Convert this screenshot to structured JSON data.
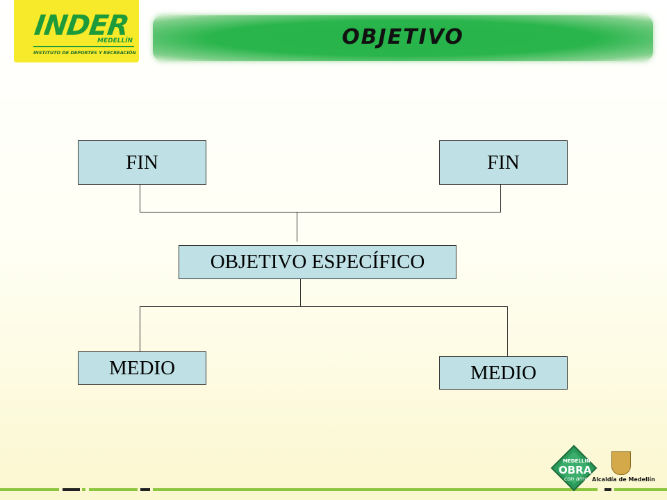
{
  "logo": {
    "brand": "INDER",
    "city": "MEDELLÍN",
    "tagline": "INSTITUTO DE DEPORTES Y RECREACIÓN"
  },
  "header": {
    "title": "OBJETIVO"
  },
  "diagram": {
    "top_left": "FIN",
    "top_right": "FIN",
    "center": "OBJETIVO ESPECÍFICO",
    "bottom_left": "MEDIO",
    "bottom_right": "MEDIO"
  },
  "footer": {
    "obra_top": "MEDELLÍN",
    "obra_main": "OBRA",
    "obra_sub": "con amor",
    "alcaldia": "Alcaldía de Medellín"
  },
  "colors": {
    "brand_green": "#1d9a3a",
    "brand_yellow": "#f7ea2a",
    "box_fill": "#bfe1e6",
    "title_bar": "#2ab54c"
  }
}
